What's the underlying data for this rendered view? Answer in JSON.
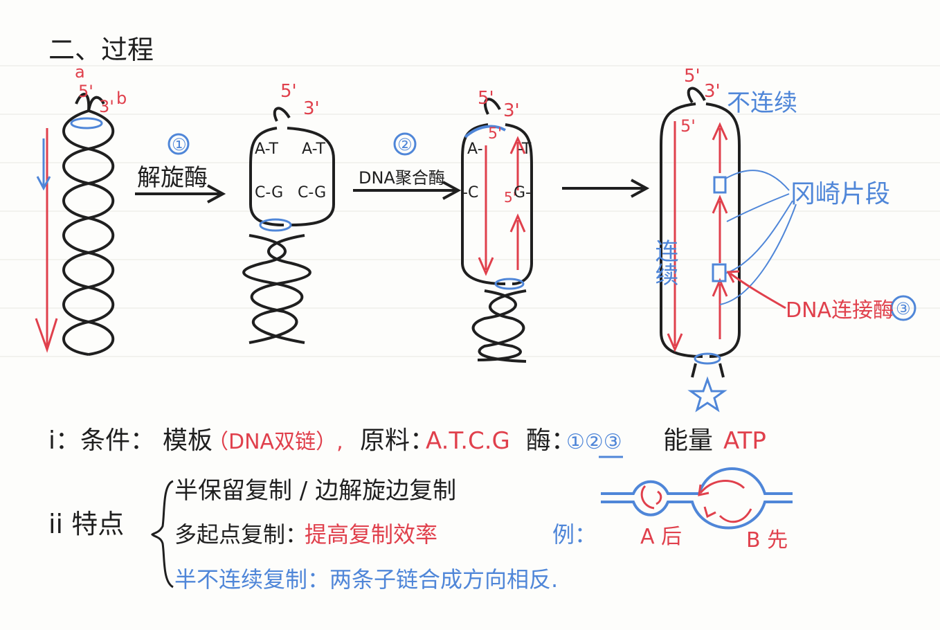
{
  "title": "二、过程",
  "colors": {
    "black": "#1f1f1f",
    "red": "#e0404c",
    "blue": "#4f86d8",
    "paper": "#fdfdfb"
  },
  "stage1": {
    "label_a": "a",
    "label_b": "b",
    "label_5": "5'",
    "label_3": "3'"
  },
  "step1": {
    "number": "①",
    "enzyme": "解旋酶"
  },
  "stage2": {
    "label_5": "5'",
    "label_3": "3'",
    "pair1_left": "A-T",
    "pair1_right": "A-T",
    "pair2_left": "C-G",
    "pair2_right": "C-G"
  },
  "step2": {
    "number": "②",
    "enzyme": "DNA聚合酶"
  },
  "stage3": {
    "label_5": "5'",
    "label_3": "3'",
    "label_inner_5": "5'",
    "label_inner_5b": "5'",
    "pair1_left": "A-",
    "pair1_right": "-T",
    "pair2_left": "-C",
    "pair2_right": "G-"
  },
  "stage4": {
    "label_5": "5'",
    "label_3": "3'",
    "label_inner_5": "5'",
    "discontinuous": "不连续",
    "continuous": "连续",
    "okazaki": "冈崎片段",
    "ligase": "DNA连接酶",
    "ligase_number": "③"
  },
  "conditions": {
    "prefix": "i：条件：",
    "template_label": "模板",
    "template_value": "（DNA双链）,",
    "material_label": "原料：",
    "material_value": "A.T.C.G",
    "enzyme_label": "酶：",
    "enzyme_value": "①②③",
    "energy_label": "能量",
    "energy_value": "ATP"
  },
  "features": {
    "prefix": "ii 特点",
    "line1": "半保留复制 / 边解旋边复制",
    "line2_black": "多起点复制：",
    "line2_red": "提高复制效率",
    "line3": "半不连续复制：两条子链合成方向相反."
  },
  "example": {
    "label": "例：",
    "a_label": "A 后",
    "b_label": "B 先"
  }
}
